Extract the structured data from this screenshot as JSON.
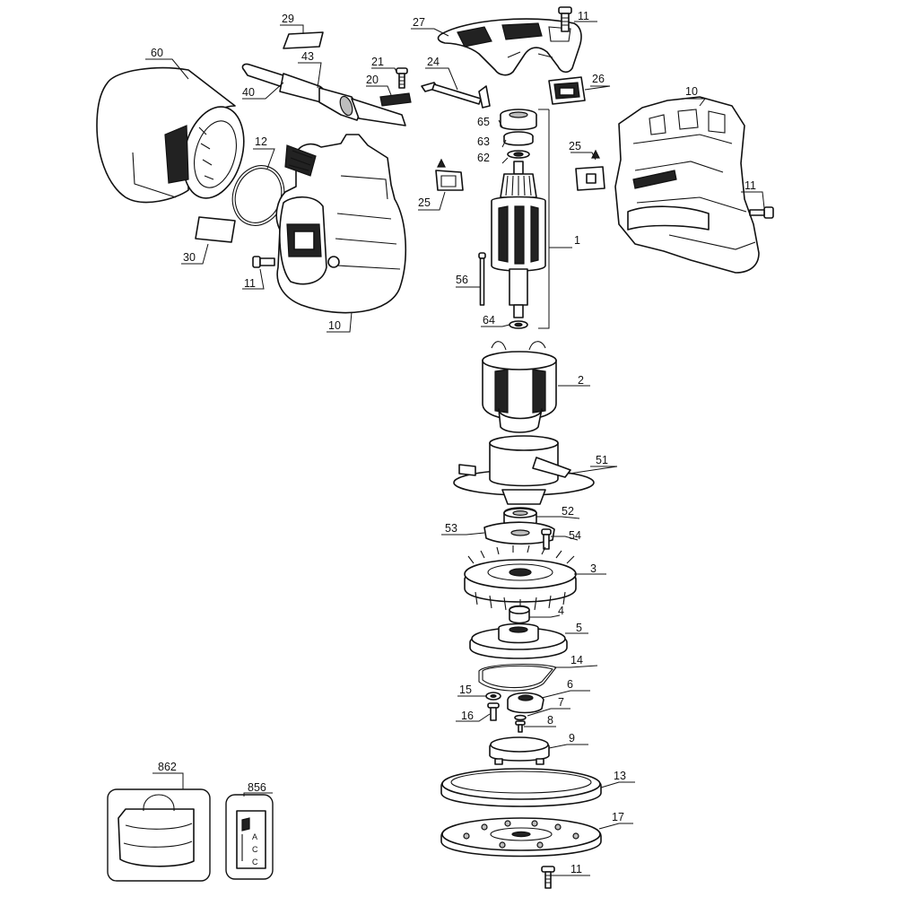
{
  "callouts": {
    "c60": "60",
    "c29": "29",
    "c43": "43",
    "c40": "40",
    "c21": "21",
    "c20": "20",
    "c24": "24",
    "c27": "27",
    "c11a": "11",
    "c12": "12",
    "c30": "30",
    "c11b": "11",
    "c10a": "10",
    "c65": "65",
    "c63": "63",
    "c62": "62",
    "c25a": "25",
    "c1": "1",
    "c56": "56",
    "c64": "64",
    "c26": "26",
    "c10b": "10",
    "c25b": "25",
    "c11c": "11",
    "c2": "2",
    "c51": "51",
    "c52": "52",
    "c53": "53",
    "c54": "54",
    "c3": "3",
    "c4": "4",
    "c5": "5",
    "c14": "14",
    "c15": "15",
    "c6": "6",
    "c16": "16",
    "c7": "7",
    "c8": "8",
    "c9": "9",
    "c13": "13",
    "c17": "17",
    "c11d": "11",
    "c862": "862",
    "c856": "856"
  },
  "accessory_label": [
    "A",
    "C",
    "C"
  ],
  "colors": {
    "line": "#111111",
    "background": "#ffffff",
    "shade": "#bdbdbd"
  }
}
